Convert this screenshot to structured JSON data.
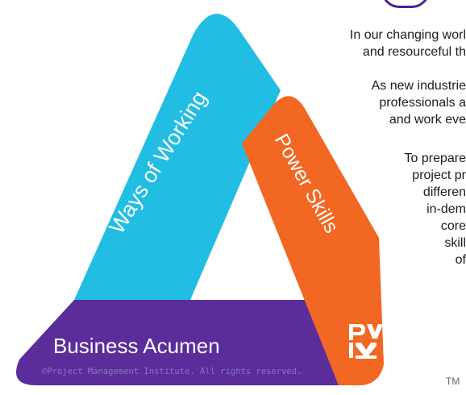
{
  "diagram": {
    "sides": [
      {
        "label": "Ways of Working",
        "color": "#22bde3"
      },
      {
        "label": "Power Skills",
        "color": "#f26722"
      },
      {
        "label": "Business Acumen",
        "color": "#5a2d9b"
      }
    ],
    "logo_text": "PMI"
  },
  "intro": {
    "para1": [
      "In our changing worl",
      "and resourceful th"
    ],
    "para2": [
      "As new industrie",
      "professionals a",
      "and work eve"
    ],
    "para3": [
      "To prepare",
      "project pr",
      "differen",
      "in-dem",
      "core",
      "skill",
      "of"
    ]
  },
  "footer": {
    "copyright": "©Project Management Institute. All rights reserved.",
    "tm": "TM"
  }
}
